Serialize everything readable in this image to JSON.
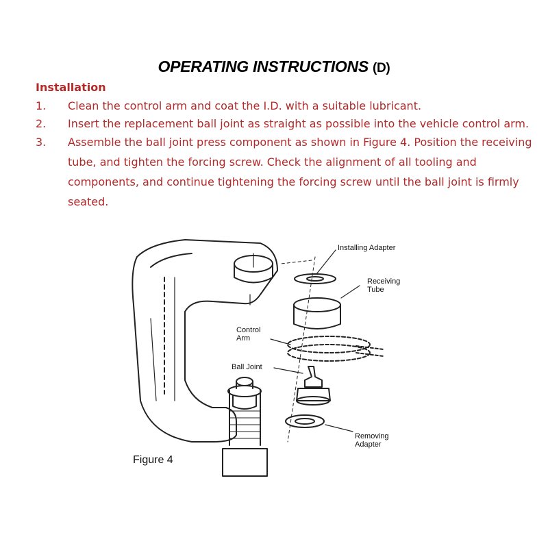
{
  "title": {
    "main": "OPERATING INSTRUCTIONS",
    "suffix": "(D)"
  },
  "section": {
    "heading": "Installation"
  },
  "steps": [
    {
      "num": "1.",
      "text": "Clean the control arm and coat the I.D. with a suitable lubricant."
    },
    {
      "num": "2.",
      "text": "Insert the replacement ball joint as straight as possible into the vehicle control arm."
    },
    {
      "num": "3.",
      "text": "Assemble the ball joint press component as shown in Figure 4. Position the receiving tube, and tighten the forcing screw. Check the alignment of all tooling and components, and continue tightening the forcing screw until the ball joint is firmly seated."
    }
  ],
  "figure": {
    "caption": "Figure 4",
    "labels": {
      "installing_adapter": "Installing Adapter",
      "receiving_tube": "Receiving Tube",
      "control_arm": "Control Arm",
      "ball_joint": "Ball Joint",
      "removing_adapter": "Removing Adapter"
    }
  },
  "colors": {
    "heading_red": "#b22a2a",
    "title_black": "#000000"
  }
}
